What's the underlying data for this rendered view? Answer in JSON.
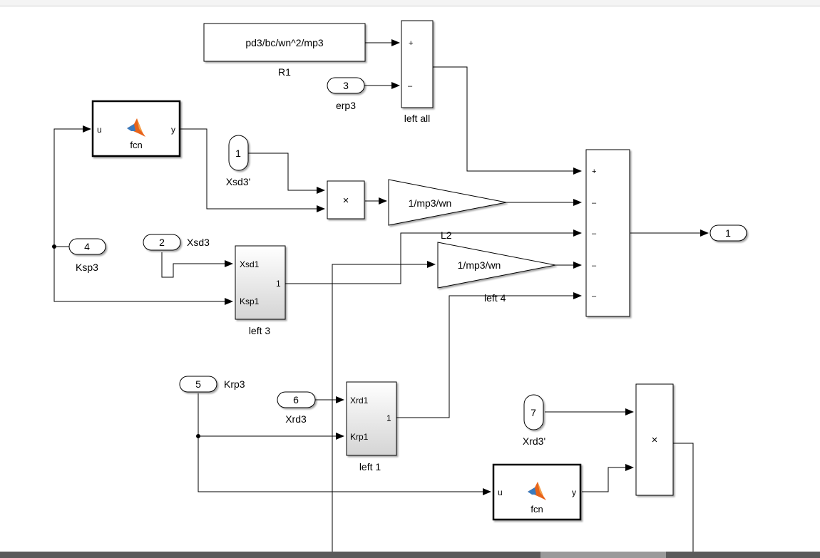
{
  "blocks": {
    "constant_r1": {
      "expr": "pd3/bc/wn^2/mp3",
      "label": "R1"
    },
    "sum_left_all": {
      "label": "left all",
      "signs": [
        "+",
        "–"
      ]
    },
    "inport_erp3": {
      "num": "3",
      "label": "erp3"
    },
    "fcn_top": {
      "title": "fcn",
      "in": "u",
      "out": "y"
    },
    "inport_xsd3p": {
      "num": "1",
      "label": "Xsd3'"
    },
    "product_top": {
      "symbol": "×"
    },
    "gain_top": {
      "expr": "1/mp3/wn"
    },
    "sum_main": {
      "signs": [
        "+",
        "–",
        "–",
        "–",
        "–"
      ]
    },
    "outport_1": {
      "num": "1"
    },
    "inport_ksp3": {
      "num": "4",
      "label": "Ksp3"
    },
    "inport_xsd3": {
      "num": "2",
      "label": "Xsd3"
    },
    "subsys_left3": {
      "in1": "Xsd1",
      "in2": "Ksp1",
      "out": "1",
      "label": "left 3"
    },
    "gain_mid": {
      "expr": "1/mp3/wn"
    },
    "signal_l2": {
      "label": "L2"
    },
    "signal_left4": {
      "label": "left 4"
    },
    "inport_krp3": {
      "num": "5",
      "label": "Krp3"
    },
    "inport_xrd3": {
      "num": "6",
      "label": "Xrd3"
    },
    "subsys_left1": {
      "in1": "Xrd1",
      "in2": "Krp1",
      "out": "1",
      "label": "left 1"
    },
    "inport_xrd3p": {
      "num": "7",
      "label": "Xrd3'"
    },
    "product_bottom": {
      "symbol": "×"
    },
    "fcn_bottom": {
      "title": "fcn",
      "in": "u",
      "out": "y"
    }
  },
  "colors": {
    "matlab_logo_orange": "#e8631a",
    "matlab_logo_blue": "#3a7bbf",
    "subsystem_gradient_end": "#d4d4d4"
  }
}
